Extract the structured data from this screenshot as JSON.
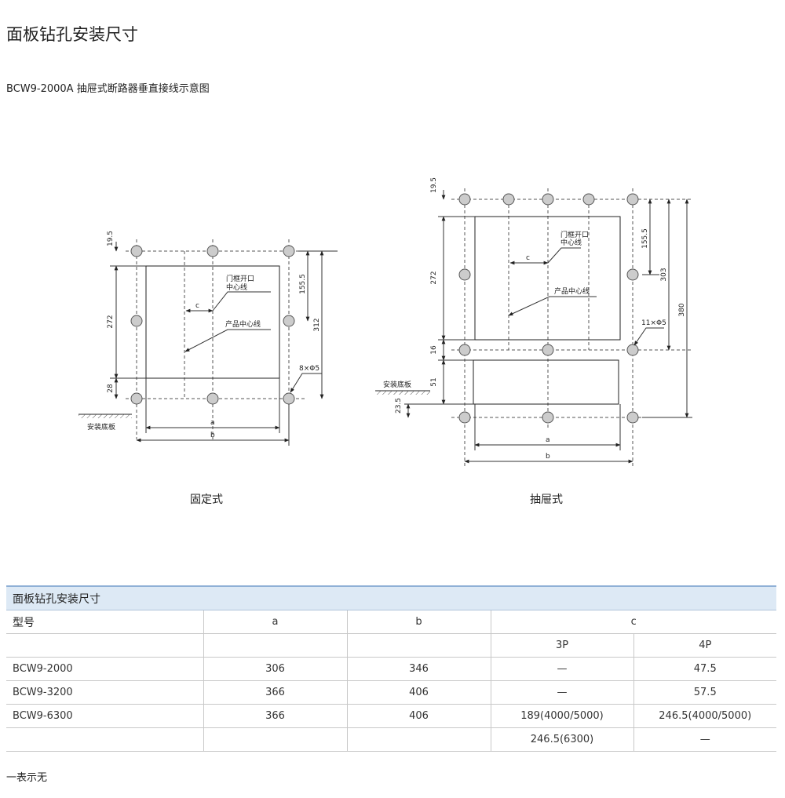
{
  "page_title": "面板钻孔安装尺寸",
  "subtitle": "BCW9-2000A 抽屉式断路器垂直接线示意图",
  "fixed": {
    "caption": "固定式",
    "dims": {
      "top": "19.5",
      "middle": "272",
      "bottom": "28",
      "right_inner": "155.5",
      "right_outer": "312"
    },
    "labels": {
      "door": "门框开口",
      "door2": "中心线",
      "product": "产品中心线",
      "c": "c",
      "holes": "8×Φ5",
      "a": "a",
      "b": "b",
      "plate": "安装底板"
    }
  },
  "drawer": {
    "caption": "抽屉式",
    "dims": {
      "top": "19.5",
      "middle": "272",
      "gap": "16",
      "lower": "51",
      "bottom": "23.5",
      "r1": "155.5",
      "r2": "303",
      "r3": "380"
    },
    "labels": {
      "door": "门框开口",
      "door2": "中心线",
      "product": "产品中心线",
      "c": "c",
      "holes": "11×Φ5",
      "a": "a",
      "b": "b",
      "plate": "安装底板"
    }
  },
  "table": {
    "caption": "面板钻孔安装尺寸",
    "headers": {
      "model": "型号",
      "a": "a",
      "b": "b",
      "c": "c",
      "p3": "3P",
      "p4": "4P"
    },
    "rows": [
      {
        "model": "BCW9-2000",
        "a": "306",
        "b": "346",
        "p3": "—",
        "p4": "47.5"
      },
      {
        "model": "BCW9-3200",
        "a": "366",
        "b": "406",
        "p3": "—",
        "p4": "57.5"
      },
      {
        "model": "BCW9-6300",
        "a": "366",
        "b": "406",
        "p3": "189(4000/5000)",
        "p4": "246.5(4000/5000)"
      },
      {
        "model": "",
        "a": "",
        "b": "",
        "p3": "246.5(6300)",
        "p4": "—"
      }
    ]
  },
  "footnote": "一表示无"
}
